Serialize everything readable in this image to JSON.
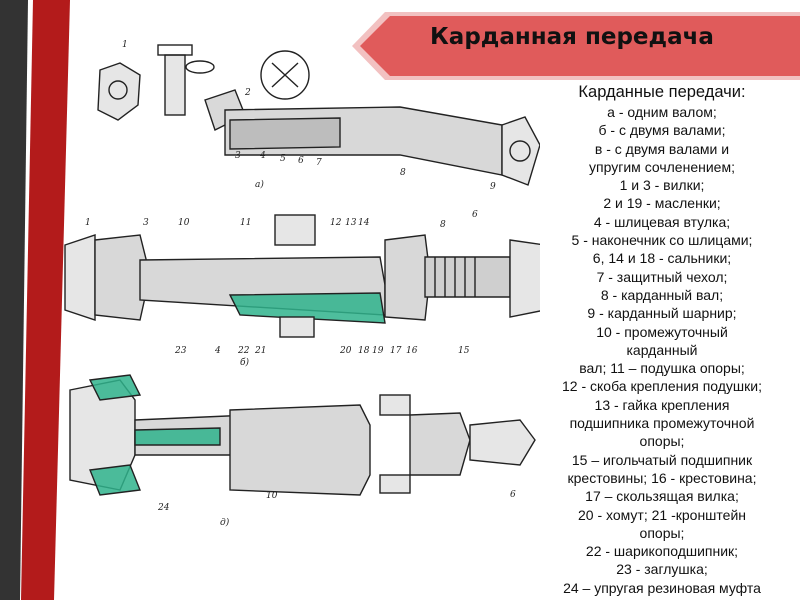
{
  "slide": {
    "title": "Карданная передача",
    "colors": {
      "bar_dark": "#333333",
      "bar_red": "#b31b1b",
      "title_band": "#e05b5b",
      "title_band_edge": "#f2c1c1",
      "diagram_line": "#222222",
      "diagram_fill": "#c9c9c9",
      "diagram_highlight": "#2fb38c"
    }
  },
  "diagram": {
    "view_labels": [
      "а)",
      "б)",
      "д)"
    ],
    "part_numbers_a": [
      "1",
      "2",
      "3",
      "4",
      "5",
      "6",
      "7",
      "8",
      "9"
    ],
    "part_numbers_b": [
      "1",
      "3",
      "10",
      "11",
      "12",
      "13",
      "14",
      "8",
      "6",
      "23",
      "4",
      "22",
      "21",
      "20",
      "18",
      "19",
      "17",
      "16",
      "15"
    ],
    "part_numbers_d": [
      "10",
      "24",
      "6"
    ]
  },
  "legend": {
    "heading": "Карданные передачи:",
    "items": [
      "а -  одним валом;",
      "б - с двумя валами;",
      "в - с двумя валами и",
      "упругим сочленением;",
      "1 и 3 -  вилки;",
      "2 и 19 - масленки;",
      "4 - шлицевая втулка;",
      "5 - наконечник со шлицами;",
      "6, 14 и 18 - сальники;",
      "7 - защитный чехол;",
      "8 - карданный вал;",
      "9 - карданный шарнир;",
      "10 - промежуточный",
      "карданный",
      "вал; 11 – подушка опоры;",
      "12 - скоба крепления подушки;",
      "13 - гайка крепления",
      "подшипника промежуточной",
      "опоры;",
      "15 – игольчатый подшипник",
      "крестовины; 16 - крестовина;",
      "17 – скользящая вилка;",
      "20 - хомут; 21 -кронштейн",
      "опоры;",
      "22 - шарикоподшипник;",
      "23 - заглушка;",
      "24 – упругая резиновая муфта"
    ]
  }
}
